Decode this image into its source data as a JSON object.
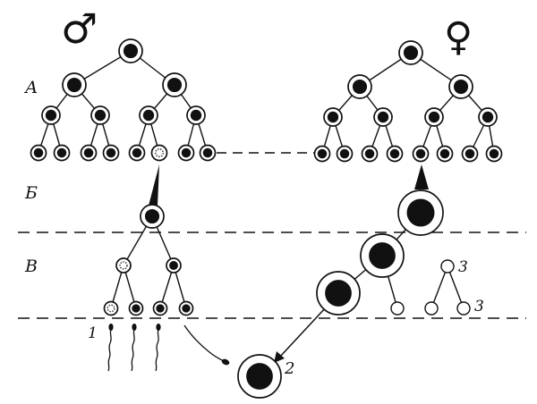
{
  "stage_labels": {
    "a": "А",
    "b": "Б",
    "c": "В"
  },
  "symbols": {
    "male": "♂",
    "female": "♀"
  },
  "callouts": {
    "sperm": "1",
    "zygote": "2",
    "polar_body_upper": "3",
    "polar_body_lower": "3"
  },
  "colors": {
    "ink": "#111111",
    "paper": "#ffffff"
  }
}
